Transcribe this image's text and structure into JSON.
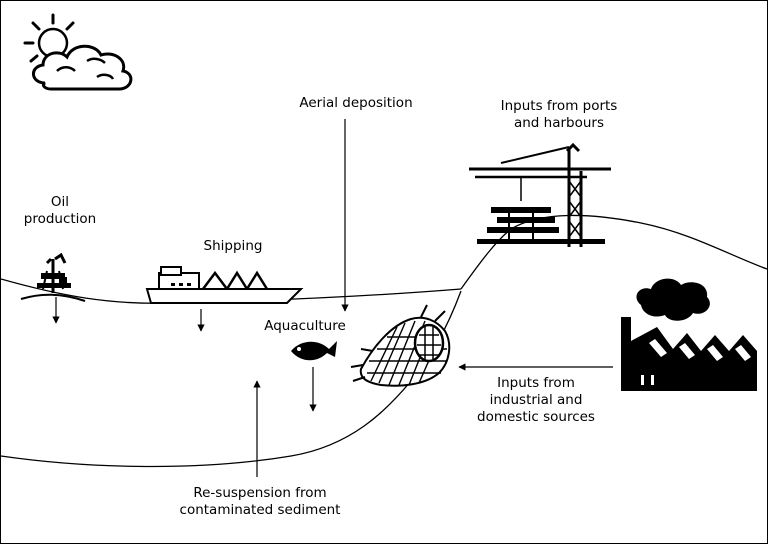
{
  "labels": {
    "oil_production": "Oil\nproduction",
    "shipping": "Shipping",
    "aerial_deposition": "Aerial deposition",
    "ports": "Inputs from ports\nand harbours",
    "aquaculture": "Aquaculture",
    "industrial": "Inputs from\nindustrial and\ndomestic sources",
    "resuspension": "Re-suspension from\ncontaminated sediment"
  },
  "icons": [
    "sun-icon",
    "cloud-icon",
    "oil-rig-icon",
    "ship-icon",
    "crane-icon",
    "fish-icon",
    "fish-farm-net-icon",
    "factory-icon",
    "smoke-icon"
  ],
  "colors": {
    "ink": "#000000",
    "background": "#ffffff"
  }
}
